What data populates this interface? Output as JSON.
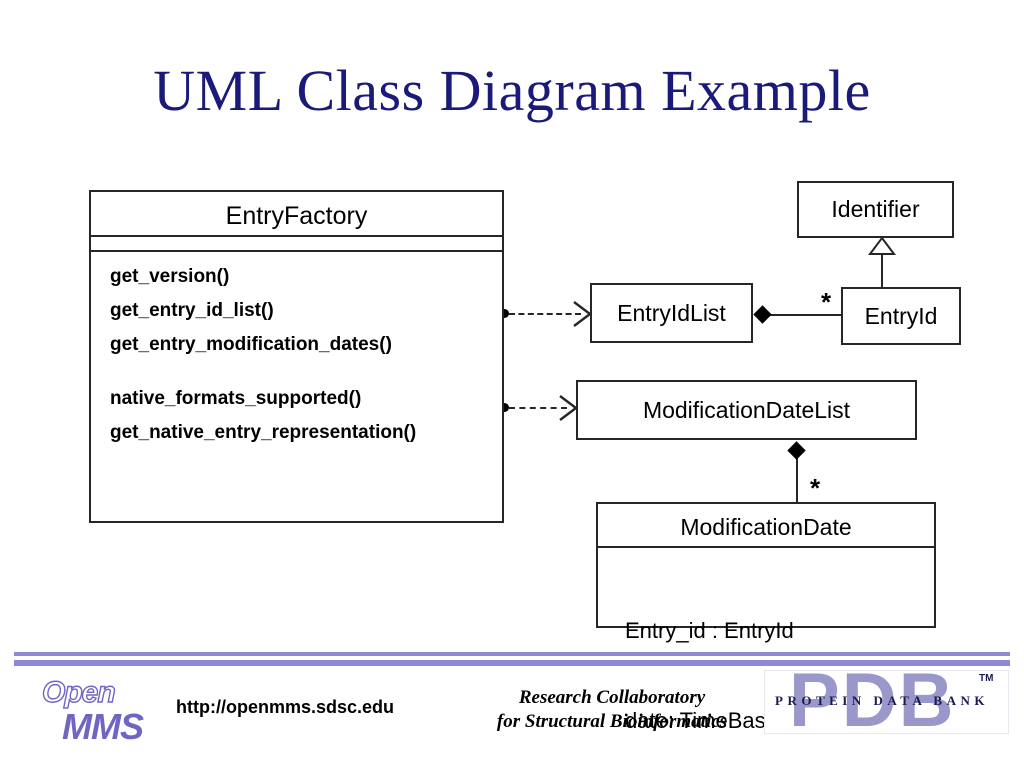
{
  "slide": {
    "title": "UML Class Diagram Example",
    "title_color": "#1a1a7a",
    "background": "#ffffff"
  },
  "diagram": {
    "type": "uml-class-diagram",
    "classes": [
      {
        "id": "entryfactory",
        "name": "EntryFactory",
        "attributes": [],
        "operations": [
          "get_version()",
          "get_entry_id_list()",
          "get_entry_modification_dates()",
          "",
          "native_formats_supported()",
          "get_native_entry_representation()"
        ]
      },
      {
        "id": "entryidlist",
        "name": "EntryIdList",
        "attributes": [],
        "operations": []
      },
      {
        "id": "identifier",
        "name": "Identifier",
        "attributes": [],
        "operations": []
      },
      {
        "id": "entryid",
        "name": "EntryId",
        "attributes": [],
        "operations": []
      },
      {
        "id": "modificationdatelist",
        "name": "ModificationDateList",
        "attributes": [],
        "operations": []
      },
      {
        "id": "modificationdate",
        "name": "ModificationDate",
        "attributes": [
          "Entry_id : EntryId",
          "date: TimeBase::TimeT"
        ],
        "operations": []
      }
    ],
    "relationships": [
      {
        "kind": "dependency",
        "from": "entryfactory",
        "to": "entryidlist",
        "source_multiplicity": "",
        "target_multiplicity": ""
      },
      {
        "kind": "dependency",
        "from": "entryfactory",
        "to": "modificationdatelist",
        "source_multiplicity": "",
        "target_multiplicity": ""
      },
      {
        "kind": "composition",
        "from": "entryidlist",
        "to": "entryid",
        "target_multiplicity": "*"
      },
      {
        "kind": "composition",
        "from": "modificationdatelist",
        "to": "modificationdate",
        "target_multiplicity": "*"
      },
      {
        "kind": "generalization",
        "from": "entryid",
        "to": "identifier"
      }
    ],
    "multiplicity_labels": {
      "entryid_star": "*",
      "modificationdate_star": "*"
    },
    "line_color": "#262626"
  },
  "footer": {
    "openmms_logo": {
      "word_top": "Open",
      "word_bottom": "MMS",
      "color": "#6f66c4"
    },
    "url": "http://openmms.sdsc.edu",
    "rcsb_line1": "Research Collaboratory",
    "rcsb_line2": "for Structural Bioinformatics",
    "pdb_logo": {
      "big": "PDB",
      "subtitle": "PROTEIN DATA BANK",
      "trademark": "TM",
      "big_color": "#9a97ca",
      "sub_color": "#1a1a4e"
    },
    "rule_color": "#8f89d1"
  }
}
